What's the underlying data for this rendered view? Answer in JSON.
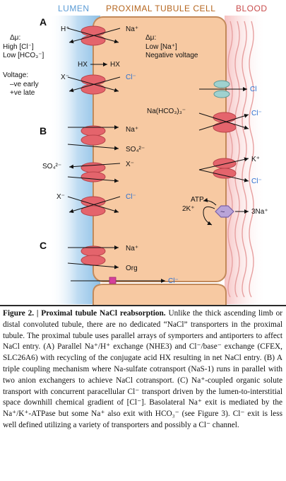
{
  "header": {
    "lumen": "LUMEN",
    "cell": "PROXIMAL TUBULE CELL",
    "blood": "BLOOD"
  },
  "colors": {
    "lumen_blue": "#7fb6e0",
    "lumen_text": "#5a9bd5",
    "cell_fill": "#f7c9a2",
    "cell_border": "#c2895a",
    "blood_text": "#c94c4c",
    "transporter": "#e4646c",
    "channel": "#9fd1cf",
    "pump": "#b9a4d8",
    "chloride": "#2a6fd0",
    "tight_junction": "#d6409c"
  },
  "lumen_side": {
    "delta_mu": "Δμ:",
    "high_cl": "High [Cl⁻]",
    "low_hco3": "Low [HCO₃⁻]",
    "voltage": "Voltage:",
    "ve_early": "–ve early",
    "ve_late": "+ve late"
  },
  "cell_side": {
    "delta_mu": "Δμ:",
    "low_na": "Low [Na⁺]",
    "negative_voltage": "Negative voltage"
  },
  "sections": {
    "a": "A",
    "b": "B",
    "c": "C"
  },
  "labels": {
    "h_plus": "H⁺",
    "na_plus_a": "Na⁺",
    "hx_left": "HX",
    "hx_right": "HX",
    "x_minus_a": "X⁻",
    "cl_minus_a": "Cl⁻",
    "na_plus_b": "Na⁺",
    "so4_b": "SO₄²⁻",
    "so4_left": "SO₄²⁻",
    "x_minus_b1": "X⁻",
    "x_minus_b2": "X⁻",
    "cl_minus_b": "Cl⁻",
    "na_plus_c": "Na⁺",
    "org": "Org",
    "cl_para": "Cl⁻",
    "cl_channel": "Cl",
    "na_hco3": "Na(HCO₃)₃⁻",
    "cl_baso1": "Cl⁻",
    "k_plus_baso": "K⁺",
    "cl_baso2": "Cl⁻",
    "atp": "ATP",
    "two_k": "2K⁺",
    "three_na": "3Na⁺"
  },
  "caption": {
    "title": "Figure 2. | Proximal tubule NaCl reabsorption.",
    "body": " Unlike the thick ascending limb or distal convoluted tubule, there are no dedicated “NaCl” transporters in the proximal tubule. The proximal tubule uses parallel arrays of symporters and antiporters to affect NaCl entry. (A) Parallel Na⁺/H⁺ exchange (NHE3) and Cl⁻/base⁻ exchange (CFEX, SLC26A6) with recycling of the conjugate acid HX resulting in net NaCl entry. (B) A triple coupling mechanism where Na-sulfate cotransport (NaS-1) runs in parallel with two anion exchangers to achieve NaCl cotransport. (C) Na⁺-coupled organic solute transport with concurrent paracellular Cl⁻ transport driven by the lumen-to-interstitial space downhill chemical gradient of [Cl⁻]. Basolateral Na⁺ exit is mediated by the Na⁺/K⁺-ATPase but some Na⁺ also exit with HCO₃⁻ (see Figure 3). Cl⁻ exit is less well defined utilizing a variety of transporters and possibly a Cl⁻ channel."
  }
}
